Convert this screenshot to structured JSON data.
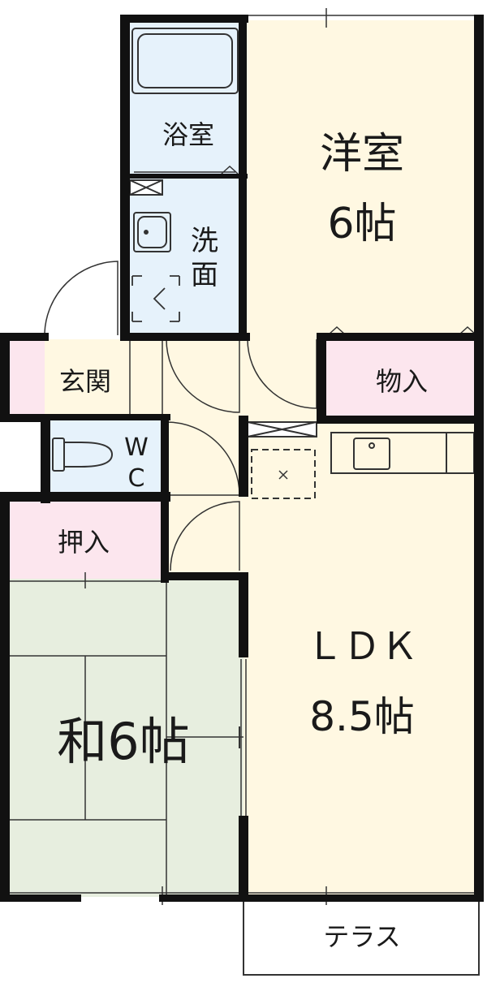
{
  "colors": {
    "western_room": "#fff8e2",
    "bath": "#e6f2fb",
    "storage": "#fce6ee",
    "tatami": "#e7eedf",
    "wall": "#111111"
  },
  "rooms": {
    "bath": "浴室",
    "washroom_1": "洗",
    "washroom_2": "面",
    "western_room_1": "洋室",
    "western_room_2": "6帖",
    "entrance": "玄関",
    "storage": "物入",
    "wc_1": "W",
    "wc_2": "C",
    "closet": "押入",
    "ldk_1": "ＬＤＫ",
    "ldk_2": "8.5帖",
    "japanese_room": "和6帖",
    "terrace": "テラス"
  }
}
